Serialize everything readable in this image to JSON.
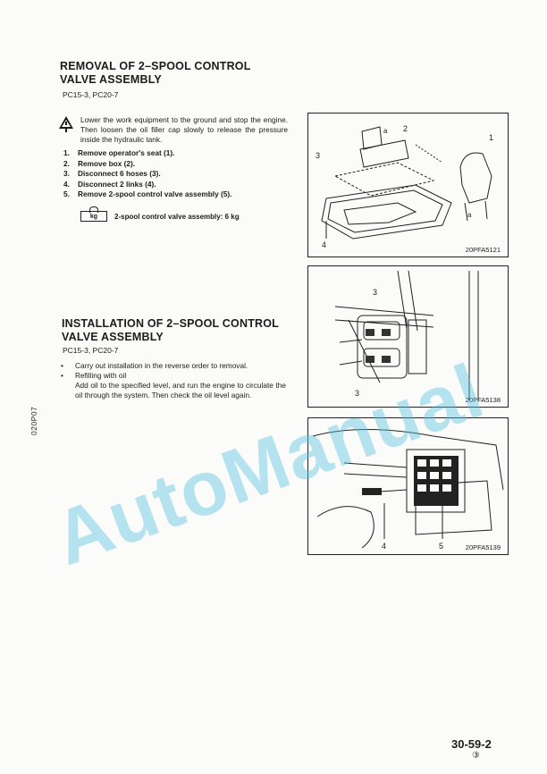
{
  "removal": {
    "title": "REMOVAL OF 2–SPOOL CONTROL\nVALVE ASSEMBLY",
    "models": "PC15-3, PC20-7",
    "warning": "Lower the work equipment to the ground and stop the engine. Then loosen the oil filler cap slowly to release the pressure inside the hydraulic tank.",
    "steps": [
      {
        "n": "1.",
        "text": "Remove operator's seat (1)."
      },
      {
        "n": "2.",
        "text": "Remove box (2)."
      },
      {
        "n": "3.",
        "text": "Disconnect 6 hoses (3)."
      },
      {
        "n": "4.",
        "text": "Disconnect 2 links (4)."
      },
      {
        "n": "5.",
        "text": "Remove 2-spool control valve assembly (5)."
      }
    ],
    "weight_icon": "kg",
    "weight_text": "2-spool control valve assembly: 6 kg"
  },
  "installation": {
    "title": "INSTALLATION OF 2–SPOOL CONTROL\nVALVE ASSEMBLY",
    "models": "PC15-3, PC20-7",
    "bullet1": "Carry out installation in the reverse order to removal.",
    "bullet2_title": "Refilling with oil",
    "bullet2_text": "Add oil to the specified level, and run the engine to circulate the oil through the system. Then check the oil level again."
  },
  "figures": {
    "fig1": {
      "code": "20PFA5121",
      "labels": [
        "1",
        "2",
        "3",
        "4",
        "a",
        "a"
      ]
    },
    "fig2": {
      "code": "20PFA5138",
      "labels": [
        "3",
        "3"
      ]
    },
    "fig3": {
      "code": "20PFA5139",
      "labels": [
        "4",
        "5"
      ]
    }
  },
  "side_code": "020P07",
  "page_number": "30-59-2",
  "revision": "③",
  "watermark": "AutoManual",
  "colors": {
    "watermark": "#50bee1",
    "ink": "#1c1c1c",
    "paper": "#fbfbfa"
  }
}
